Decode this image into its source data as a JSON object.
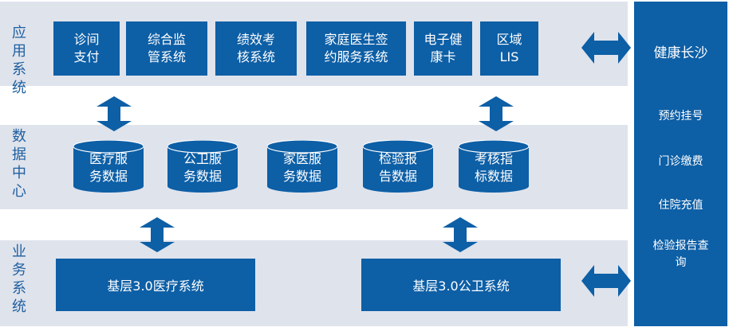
{
  "layers": {
    "application": {
      "label": "应用\n系统",
      "boxes": [
        "诊间\n支付",
        "综合监\n管系统",
        "绩效考\n核系统",
        "家庭医生签\n约服务系统",
        "电子健\n康卡",
        "区域\nLIS"
      ]
    },
    "data_center": {
      "label": "数据\n中心",
      "stores": [
        "医疗服\n务数据",
        "公卫服\n务数据",
        "家医服\n务数据",
        "检验报\n告数据",
        "考核指\n标数据"
      ]
    },
    "business": {
      "label": "业务\n系统",
      "boxes": [
        "基层3.0医疗系统",
        "基层3.0公卫系统"
      ]
    }
  },
  "sidebar": {
    "title": "健康长沙",
    "items": [
      "预约挂号",
      "门诊缴费",
      "住院充值",
      "检验报告查\n询"
    ]
  },
  "colors": {
    "primary": "#0d5fa6",
    "band": "#dfe3ec",
    "label": "#1f5f9f"
  }
}
